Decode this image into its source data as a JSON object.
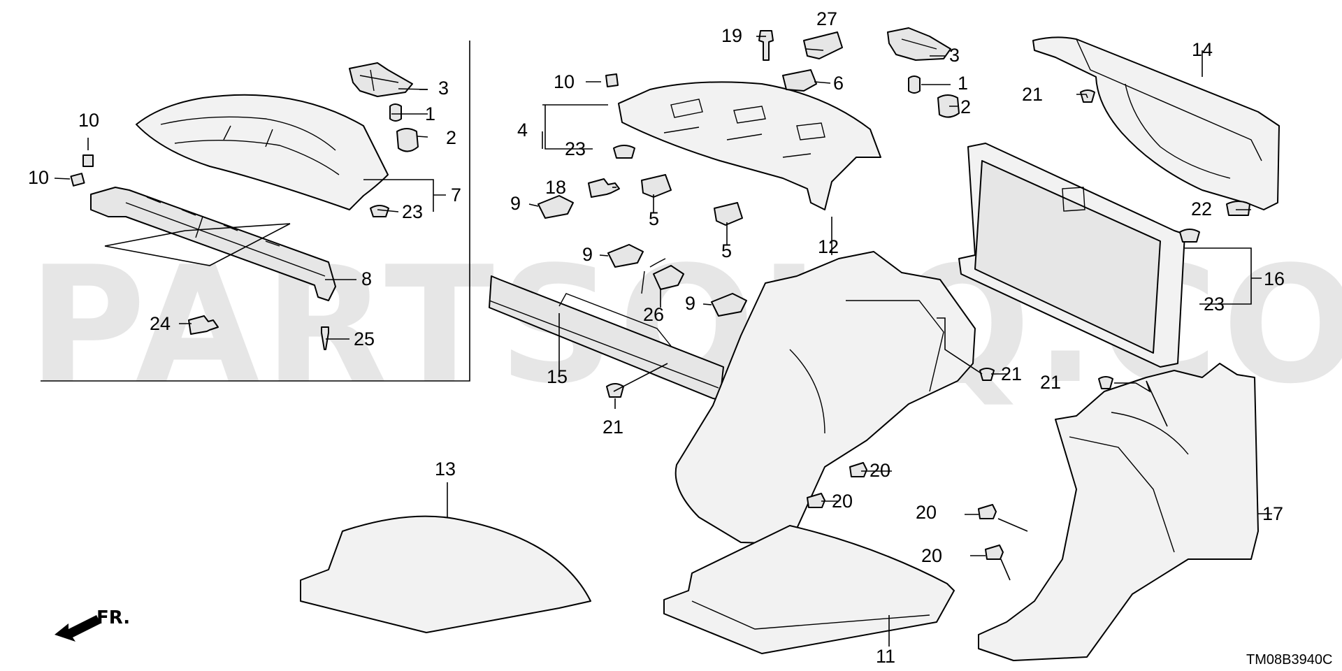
{
  "watermark": "PARTSOUQ.COM",
  "diagram_code": "TM08B3940C",
  "direction_label": "FR.",
  "callouts": {
    "c1a": "1",
    "c1b": "1",
    "c2a": "2",
    "c2b": "2",
    "c3a": "3",
    "c3b": "3",
    "c4": "4",
    "c5a": "5",
    "c5b": "5",
    "c6": "6",
    "c7": "7",
    "c8": "8",
    "c9a": "9",
    "c9b": "9",
    "c9c": "9",
    "c10a": "10",
    "c10b": "10",
    "c10c": "10",
    "c11": "11",
    "c12": "12",
    "c13": "13",
    "c14": "14",
    "c15": "15",
    "c16": "16",
    "c17": "17",
    "c18": "18",
    "c19": "19",
    "c20a": "20",
    "c20b": "20",
    "c20c": "20",
    "c20d": "20",
    "c21a": "21",
    "c21b": "21",
    "c21c": "21",
    "c21d": "21",
    "c22": "22",
    "c23a": "23",
    "c23b": "23",
    "c23c": "23",
    "c24": "24",
    "c25": "25",
    "c26": "26",
    "c27": "27"
  }
}
